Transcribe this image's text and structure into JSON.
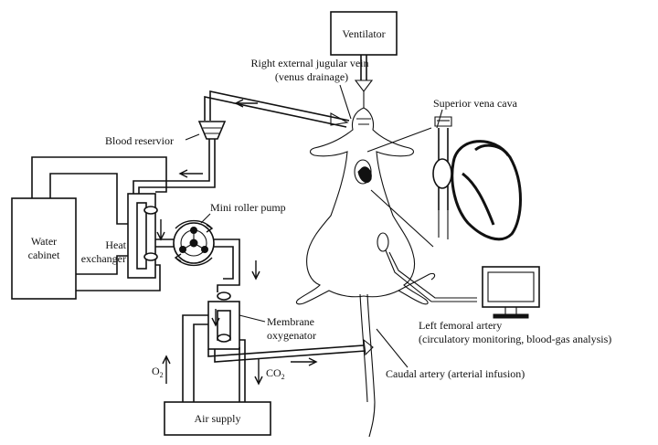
{
  "labels": {
    "ventilator": "Ventilator",
    "jugular_line1": "Right external jugular vein",
    "jugular_line2": "(venus drainage)",
    "superior_vena_cava": "Superior vena cava",
    "blood_reservior": "Blood reservior",
    "mini_roller_pump": "Mini roller pump",
    "water_cabinet_line1": "Water",
    "water_cabinet_line2": "cabinet",
    "heat_exchanger_line1": "Heat",
    "heat_exchanger_line2": "exchanger",
    "membrane_line1": "Membrane",
    "membrane_line2": "oxygenator",
    "o2": "O",
    "o2_sub": "2",
    "co2": "CO",
    "co2_sub": "2",
    "air_supply": "Air supply",
    "femoral_line1": "Left femoral artery",
    "femoral_line2": "(circulatory monitoring, blood-gas analysis)",
    "caudal_artery": "Caudal artery (arterial infusion)"
  }
}
